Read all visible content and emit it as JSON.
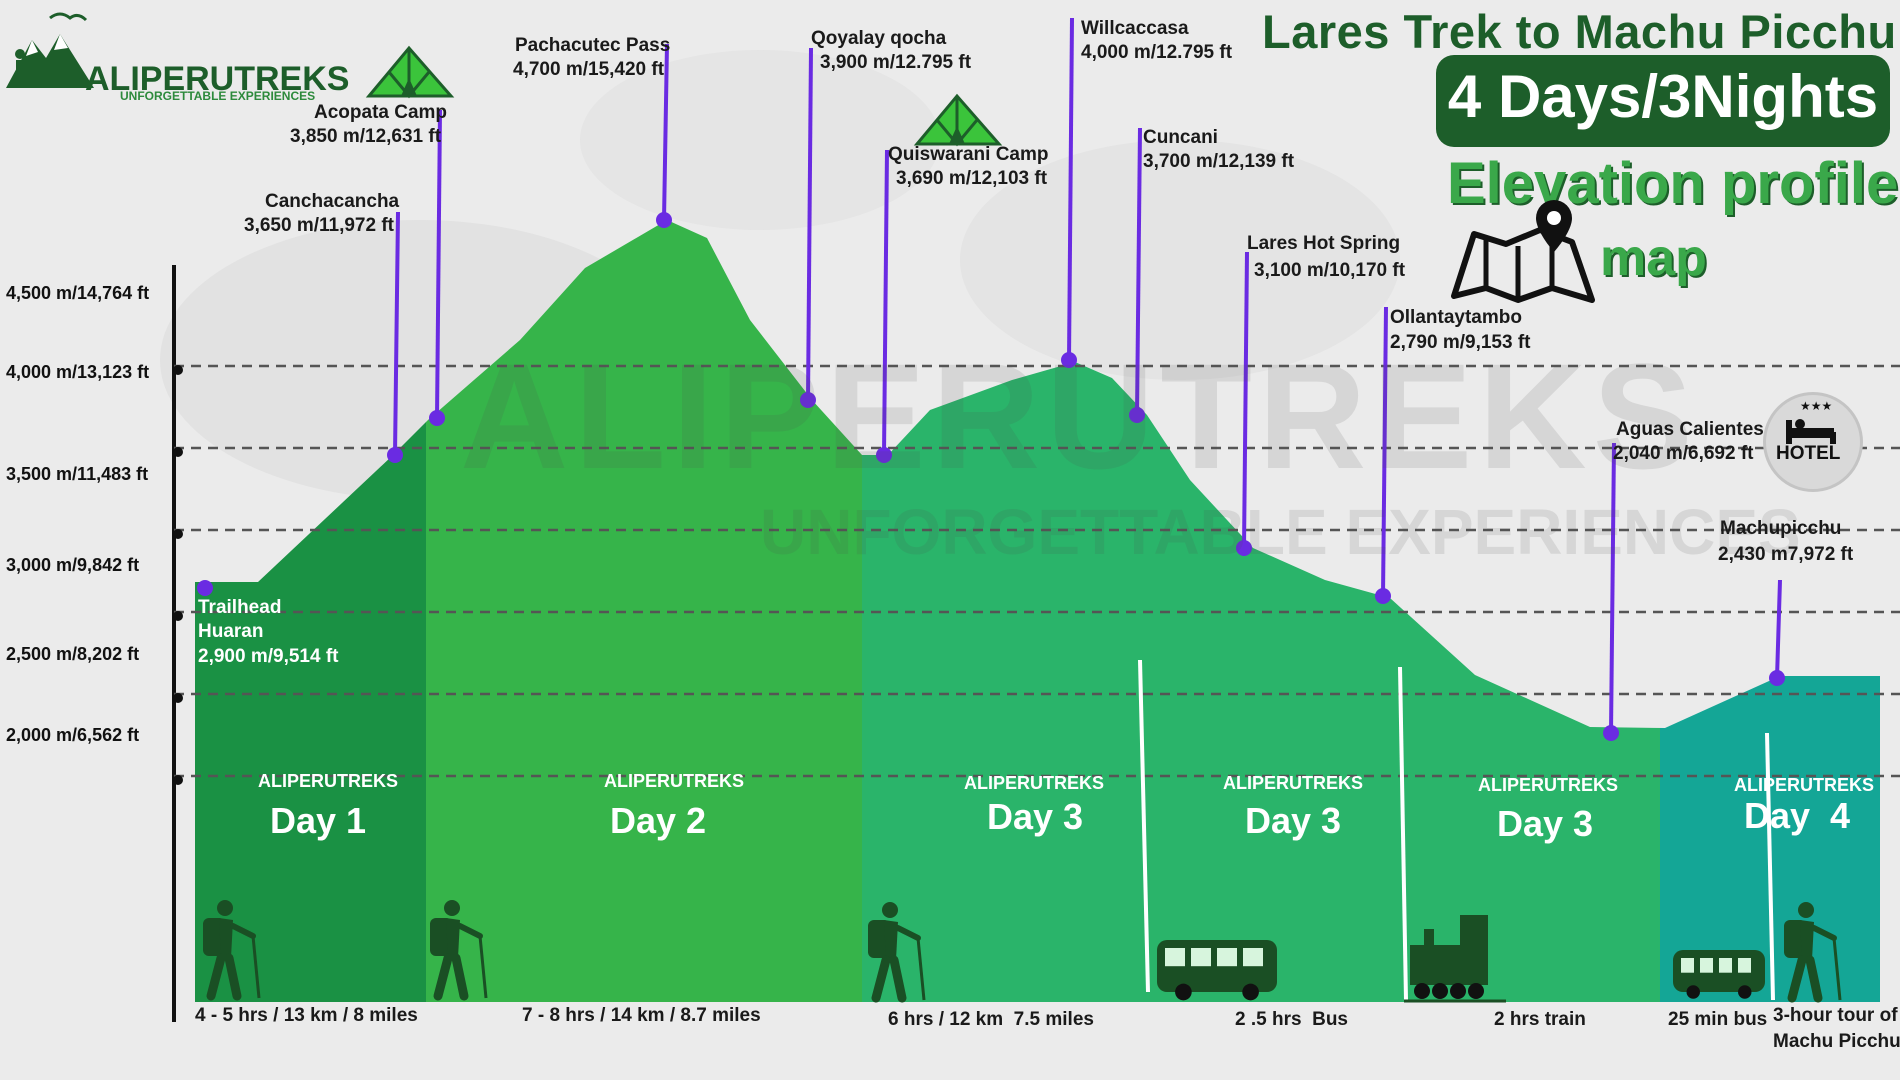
{
  "header": {
    "title": "Lares Trek to Machu Picchu",
    "duration": "4 Days/3Nights",
    "subtitle_line1": "Elevation profile",
    "subtitle_line2": "map"
  },
  "logo": {
    "name": "ALIPERUTREKS",
    "tagline": "UNFORGETTABLE EXPERIENCES"
  },
  "watermark": {
    "main": "ALIPERUTREKS",
    "sub": "UNFORGETTABLE EXPERIENCES"
  },
  "colors": {
    "day1": "#1a9144",
    "day2": "#36b44a",
    "day3": "#2ab46a",
    "day4": "#14a696",
    "title_green": "#1d5e2a",
    "marker": "#6a2be2"
  },
  "chart_data": {
    "type": "area",
    "title": "Lares Trek to Machu Picchu",
    "y_axis_labels": [
      "4,500 m/14,764 ft",
      "4,000 m/13,123 ft",
      "3,500 m/11,483 ft",
      "3,000 m/9,842 ft",
      "2,500 m/8,202 ft",
      "2,000 m/6,562 ft"
    ],
    "stops": [
      {
        "name": "Trailhead\nHuaran",
        "label": "2,900 m/9,514 ft",
        "elevation_m": 2900
      },
      {
        "name": "Canchacancha",
        "label": "3,650 m/11,972 ft",
        "elevation_m": 3650
      },
      {
        "name": "Acopata Camp",
        "label": "3,850 m/12,631 ft",
        "elevation_m": 3850
      },
      {
        "name": "Pachacutec Pass",
        "label": "4,700 m/15,420 ft",
        "elevation_m": 4700
      },
      {
        "name": "Qoyalay qocha",
        "label": "3,900 m/12.795 ft",
        "elevation_m": 3900
      },
      {
        "name": "Quiswarani Camp",
        "label": "3,690 m/12,103 ft",
        "elevation_m": 3690
      },
      {
        "name": "Willcaccasa",
        "label": "4,000 m/12.795 ft",
        "elevation_m": 4000
      },
      {
        "name": "Cuncani",
        "label": "3,700 m/12,139 ft",
        "elevation_m": 3700
      },
      {
        "name": "Lares Hot Spring",
        "label": "3,100 m/10,170 ft",
        "elevation_m": 3100
      },
      {
        "name": "Ollantaytambo",
        "label": "2,790 m/9,153 ft",
        "elevation_m": 2790
      },
      {
        "name": "Aguas Calientes",
        "label": "2,040 m/6,692 ft",
        "elevation_m": 2040
      },
      {
        "name": "Machupicchu",
        "label": "2,430 m7,972 ft",
        "elevation_m": 2430
      }
    ],
    "segments": [
      {
        "day": "Day 1",
        "info": "4 - 5 hrs / 13 km / 8 miles",
        "mode": "hike"
      },
      {
        "day": "Day 2",
        "info": "7 - 8 hrs / 14 km / 8.7 miles",
        "mode": "hike"
      },
      {
        "day": "Day 3",
        "info": "6 hrs / 12 km  7.5 miles",
        "mode": "hike"
      },
      {
        "day": "Day 3",
        "info": "2 .5 hrs  Bus",
        "mode": "bus"
      },
      {
        "day": "Day 3",
        "info": "2 hrs train",
        "mode": "train"
      },
      {
        "day": "Day  4",
        "info": "25 min bus",
        "mode": "bus"
      }
    ],
    "final_note": "3-hour tour of\nMachu Picchu",
    "hotel_label": "HOTEL"
  }
}
